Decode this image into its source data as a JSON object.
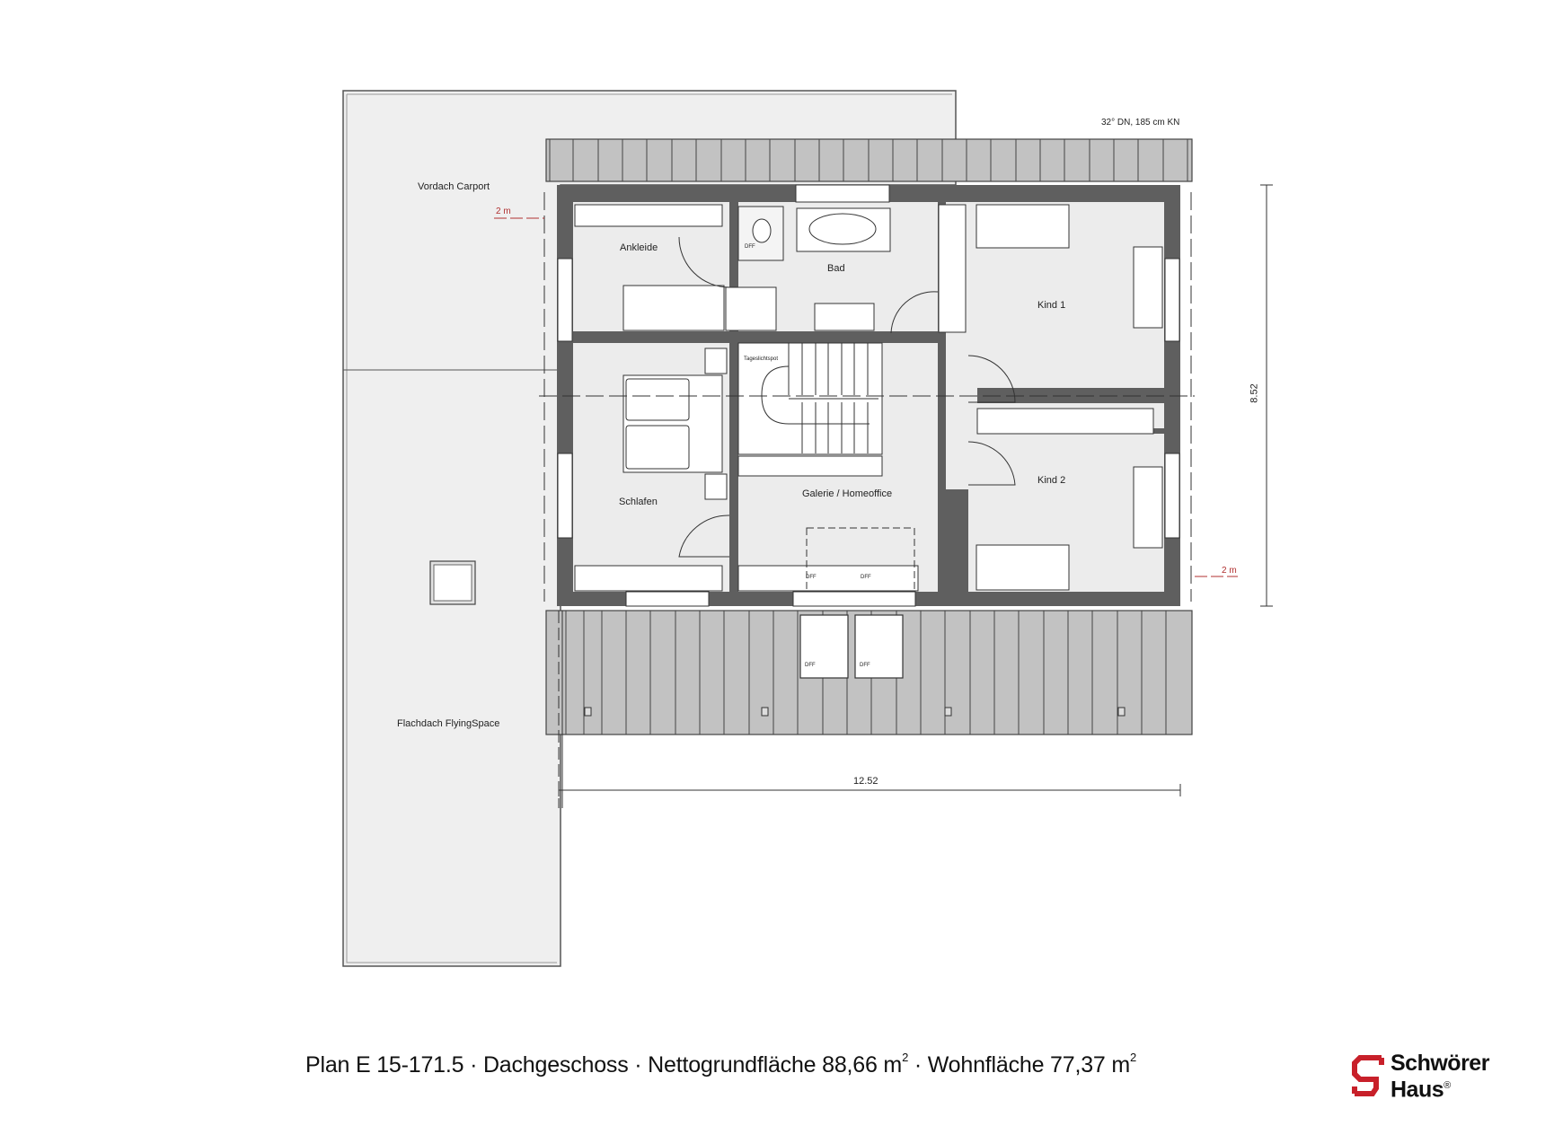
{
  "plan": {
    "roof_note": "32° DN, 185 cm KN",
    "outside_labels": {
      "carport_roof": "Vordach Carport",
      "flat_roof": "Flachdach FlyingSpace"
    },
    "height_markers": [
      "2 m",
      "2 m"
    ],
    "rooms": [
      {
        "id": "ankleide",
        "label": "Ankleide"
      },
      {
        "id": "bad",
        "label": "Bad"
      },
      {
        "id": "kind1",
        "label": "Kind 1"
      },
      {
        "id": "schlafen",
        "label": "Schlafen"
      },
      {
        "id": "galerie",
        "label": "Galerie / Homeoffice"
      },
      {
        "id": "kind2",
        "label": "Kind 2"
      }
    ],
    "small_labels": {
      "skylight": "DFF",
      "stair_light": "Tageslichtspot"
    },
    "dimensions": {
      "width": "12.52",
      "depth": "8.52"
    }
  },
  "footer": {
    "plan_name": "Plan E 15-171.5",
    "separator": "·",
    "floor": "Dachgeschoss",
    "net_area_label": "Nettogrundfläche 88,66 m",
    "living_area_label": "Wohnfläche 77,37 m",
    "superscript": "2"
  },
  "brand": {
    "line1": "Schwörer",
    "line2": "Haus",
    "registered": "®",
    "color": "#c8202a"
  },
  "colors": {
    "wall": "#5f5f5f",
    "roof": "#c2c2c2",
    "floor": "#ececec",
    "carport": "#efefef",
    "dim_red": "#b03030"
  }
}
